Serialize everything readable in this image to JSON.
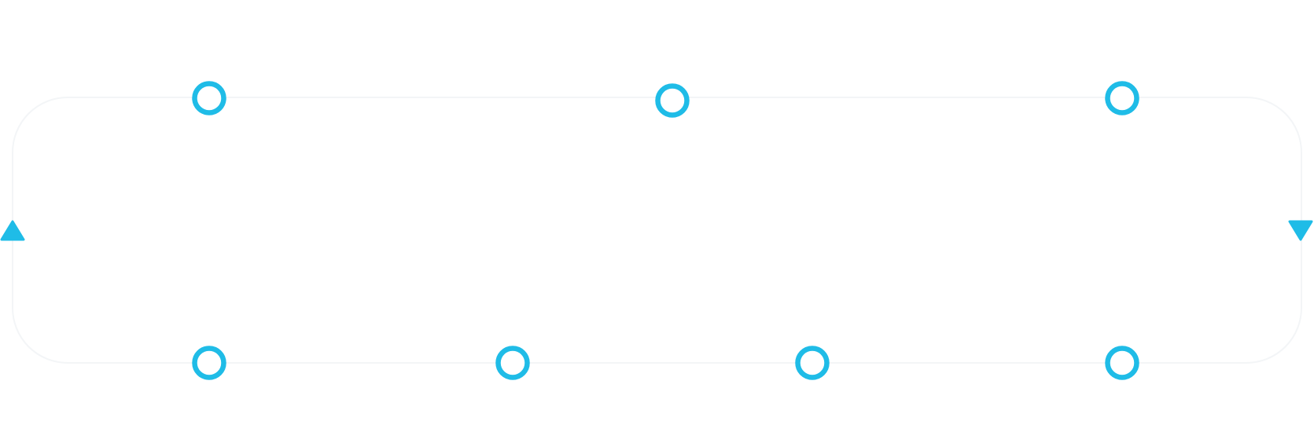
{
  "diagram": {
    "type": "loop-track",
    "colors": {
      "accent": "#1fbce7",
      "track": "#f3f5f7",
      "background": "#ffffff"
    },
    "nodes": [
      {
        "id": "top-1",
        "icon": "ring-node"
      },
      {
        "id": "top-2",
        "icon": "ring-node"
      },
      {
        "id": "top-3",
        "icon": "ring-node"
      },
      {
        "id": "bottom-1",
        "icon": "ring-node"
      },
      {
        "id": "bottom-2",
        "icon": "ring-node"
      },
      {
        "id": "bottom-3",
        "icon": "ring-node"
      },
      {
        "id": "bottom-4",
        "icon": "ring-node"
      }
    ],
    "markers": [
      {
        "id": "left",
        "icon": "triangle-up-icon",
        "direction": "up"
      },
      {
        "id": "right",
        "icon": "triangle-down-icon",
        "direction": "down"
      }
    ]
  }
}
